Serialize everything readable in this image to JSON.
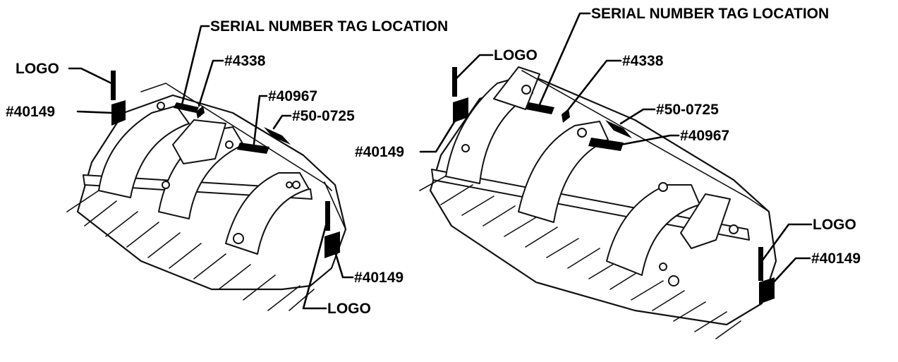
{
  "left_view": {
    "serial_tag_label": "SERIAL NUMBER TAG LOCATION",
    "logo_top_label": "LOGO",
    "decal_40149_top_label": "#40149",
    "decal_4338_label": "#4338",
    "decal_40967_label": "#40967",
    "decal_50_0725_label": "#50-0725",
    "decal_40149_right_label": "#40149",
    "logo_bottom_label": "LOGO"
  },
  "right_view": {
    "serial_tag_label": "SERIAL NUMBER TAG LOCATION",
    "logo_top_label": "LOGO",
    "decal_4338_label": "#4338",
    "decal_50_0725_label": "#50-0725",
    "decal_40967_label": "#40967",
    "decal_40149_left_label": "#40149",
    "logo_right_label": "LOGO",
    "decal_40149_right_label": "#40149"
  },
  "colors": {
    "ink": "#000000",
    "paper": "#ffffff"
  }
}
